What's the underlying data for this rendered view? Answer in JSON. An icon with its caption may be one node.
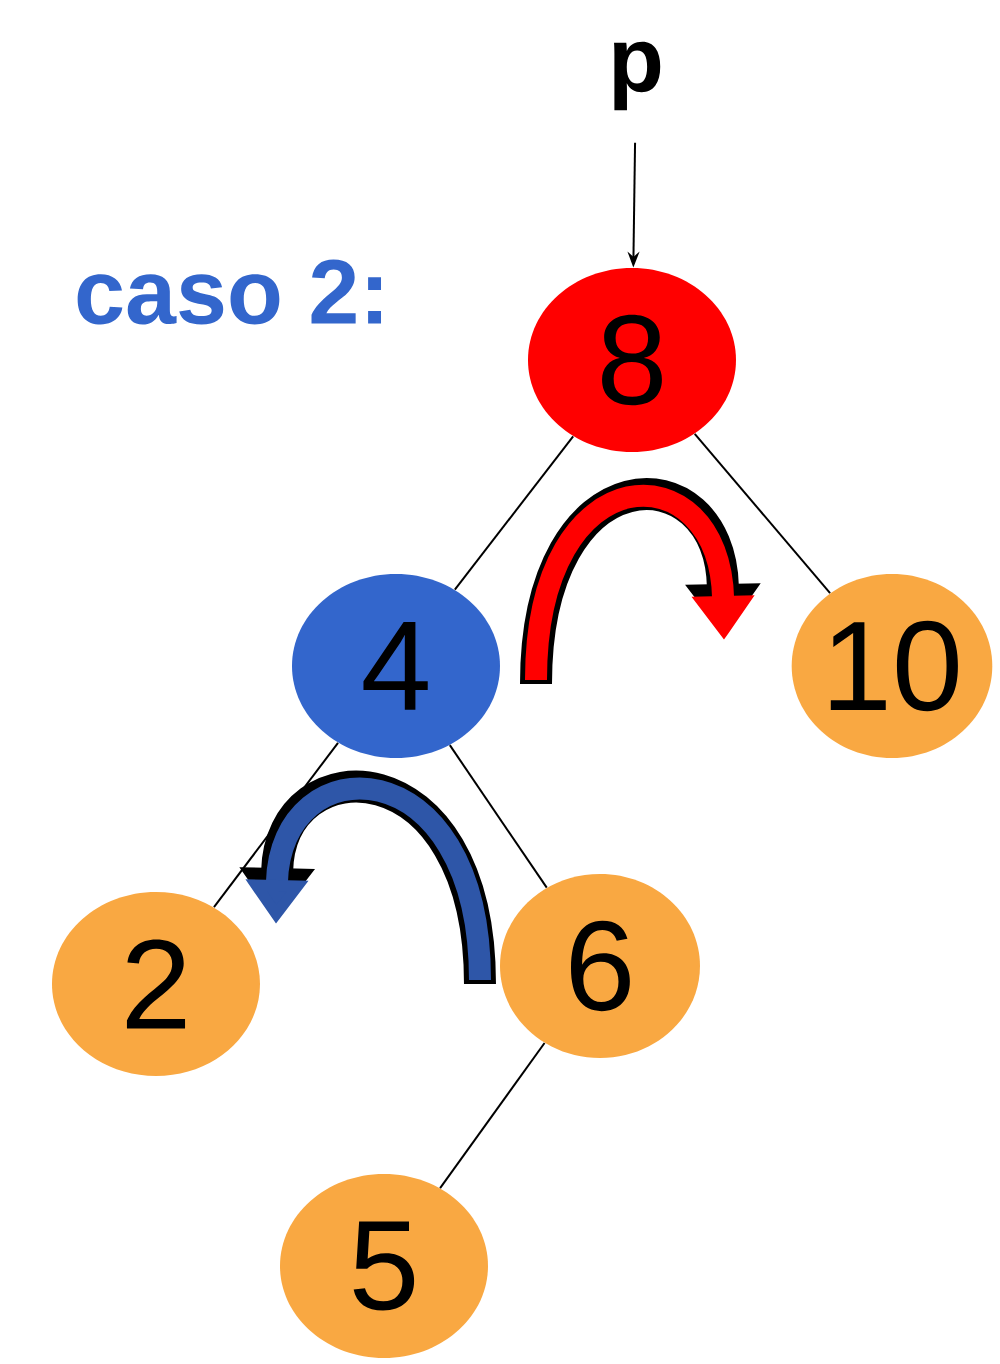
{
  "diagram": {
    "title": "caso 2:",
    "nodes": [
      {
        "text": [
          "p"
        ]
      },
      {
        "text": [
          "8"
        ]
      },
      {
        "text": [
          "4"
        ]
      },
      {
        "text": [
          "10"
        ]
      },
      {
        "text": [
          "2"
        ]
      },
      {
        "text": [
          "6"
        ]
      },
      {
        "text": [
          "5"
        ]
      }
    ],
    "edges": [
      {
        "from": 0,
        "to": 1,
        "arrow": "to"
      },
      {
        "from": 1,
        "to": 2,
        "arrow": "none"
      },
      {
        "from": 1,
        "to": 3,
        "arrow": "none"
      },
      {
        "from": 2,
        "to": 4,
        "arrow": "none"
      },
      {
        "from": 2,
        "to": 5,
        "arrow": "none"
      },
      {
        "from": 5,
        "to": 6,
        "arrow": "none"
      }
    ]
  }
}
